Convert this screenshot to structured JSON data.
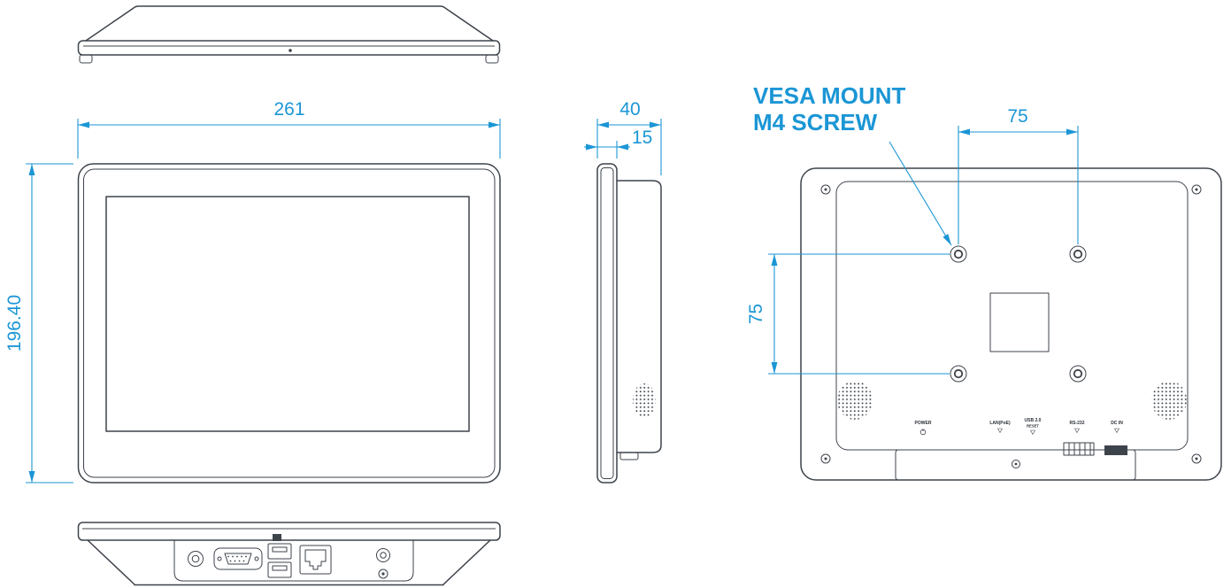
{
  "drawing": {
    "front_width": "261",
    "front_height": "196.40",
    "side_depth": "40",
    "side_front_depth": "15",
    "vesa_horizontal_spacing": "75",
    "vesa_vertical_spacing": "75",
    "vesa_note_line1": "VESA MOUNT",
    "vesa_note_line2": "M4 SCREW"
  },
  "rear_labels": {
    "power": "POWER",
    "lan": "LAN(PoE)",
    "usb": "USB 2.0",
    "reset": "RESET",
    "rs232": "RS-232",
    "dc_in": "DC IN"
  },
  "colors": {
    "outline": "#3d434b",
    "dimension_blue": "#1b96d5",
    "background": "#ffffff"
  }
}
